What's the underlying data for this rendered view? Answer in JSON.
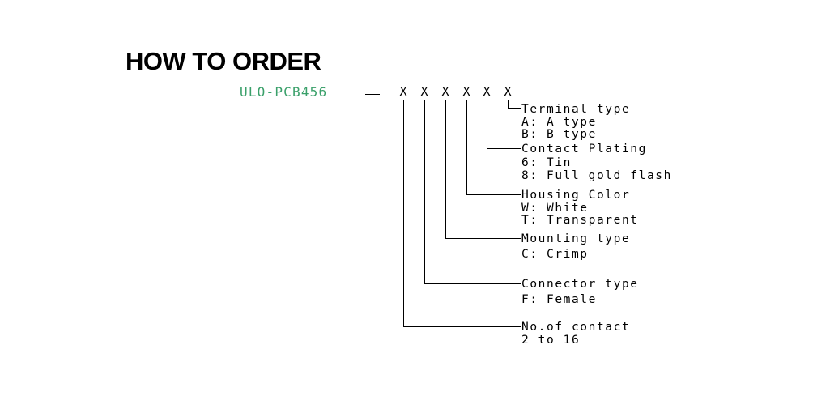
{
  "title": "HOW TO ORDER",
  "part_number": "ULO-PCB456",
  "separator": "—",
  "slots": [
    "X",
    "X",
    "X",
    "X",
    "X",
    "X"
  ],
  "fields": [
    {
      "label": "Terminal type",
      "options": [
        "A: A type",
        "B: B type"
      ]
    },
    {
      "label": "Contact Plating",
      "options": [
        "6: Tin",
        "8: Full gold flash"
      ]
    },
    {
      "label": "Housing Color",
      "options": [
        "W: White",
        "T: Transparent"
      ]
    },
    {
      "label": "Mounting type",
      "options": [
        "C: Crimp"
      ]
    },
    {
      "label": "Connector type",
      "options": [
        "F: Female"
      ]
    },
    {
      "label": "No.of contact",
      "options": [
        "2 to 16"
      ]
    }
  ],
  "colors": {
    "part_number": "#3aa06a",
    "text": "#000000",
    "leader_lines": "#000000"
  }
}
